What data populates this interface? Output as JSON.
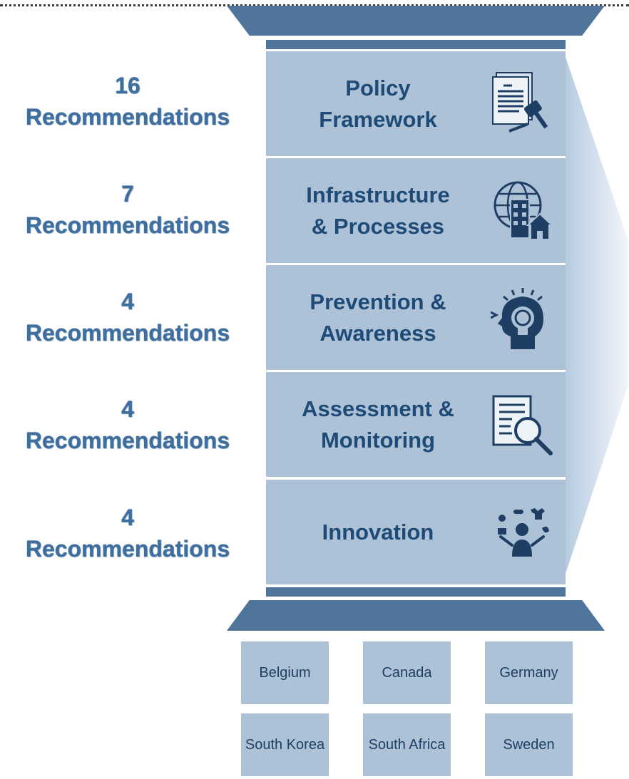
{
  "categories": [
    {
      "count": "16",
      "unit": "Recommendations",
      "title_lines": [
        "Policy",
        "Framework"
      ],
      "icon": "policy-document-gavel-icon"
    },
    {
      "count": "7",
      "unit": "Recommendations",
      "title_lines": [
        "Infrastructure",
        "& Processes"
      ],
      "icon": "globe-buildings-icon"
    },
    {
      "count": "4",
      "unit": "Recommendations",
      "title_lines": [
        "Prevention &",
        "Awareness"
      ],
      "icon": "head-lightbulb-icon"
    },
    {
      "count": "4",
      "unit": "Recommendations",
      "title_lines": [
        "Assessment &",
        "Monitoring"
      ],
      "icon": "document-magnifier-icon"
    },
    {
      "count": "4",
      "unit": "Recommendations",
      "title_lines": [
        "Innovation"
      ],
      "icon": "person-juggling-icon"
    }
  ],
  "countries": [
    "Belgium",
    "Canada",
    "Germany",
    "South Korea",
    "South Africa",
    "Sweden"
  ],
  "colors": {
    "pillar": "#50759a",
    "band": "#adc2d6",
    "text": "#1e4a78"
  }
}
